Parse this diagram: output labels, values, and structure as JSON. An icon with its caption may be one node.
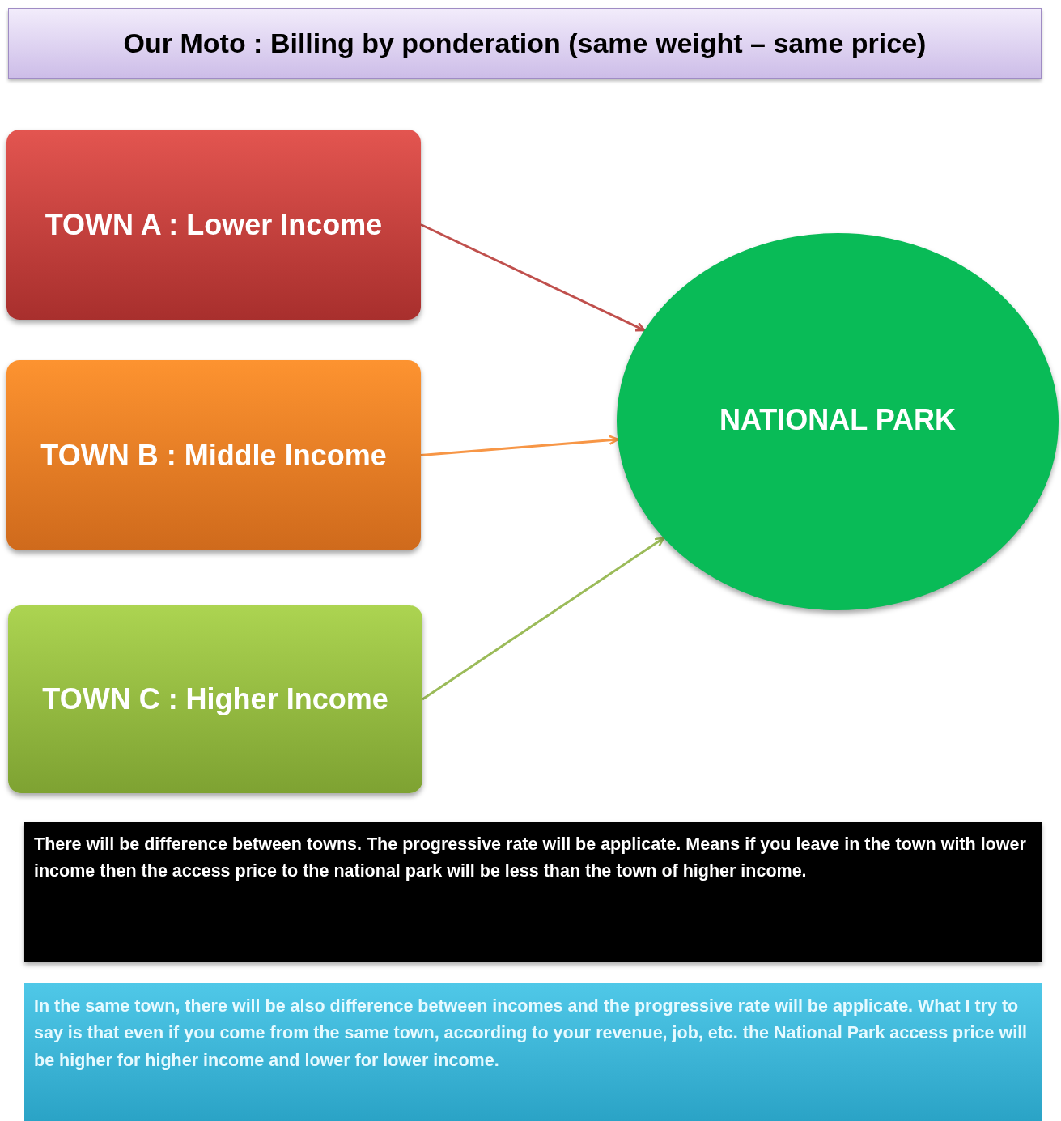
{
  "diagram": {
    "title": "Our Moto : Billing by ponderation (same weight – same price)",
    "nodes": [
      {
        "text": [
          "TOWN A : Lower Income"
        ]
      },
      {
        "text": [
          "TOWN B : Middle Income"
        ]
      },
      {
        "text": [
          "TOWN C : Higher Income"
        ]
      },
      {
        "text": [
          "NATIONAL PARK"
        ]
      },
      {
        "text": [
          "There will be difference between towns. The progressive rate will be applicate. Means if you leave in the town with lower income then the access price to the national park will be less than the town of higher income."
        ]
      },
      {
        "text": [
          "In the same town, there will be also difference between incomes and the progressive rate will be applicate. What I try to say is that even if you come from the same town, according to your revenue, job, etc. the National Park access price will be higher for higher income and lower for lower income."
        ]
      }
    ],
    "edges": [
      {
        "from": 0,
        "to": 3,
        "arrow": "to",
        "color": "#c0504d"
      },
      {
        "from": 1,
        "to": 3,
        "arrow": "to",
        "color": "#f79646"
      },
      {
        "from": 2,
        "to": 3,
        "arrow": "to",
        "color": "#9bbb59"
      }
    ]
  }
}
